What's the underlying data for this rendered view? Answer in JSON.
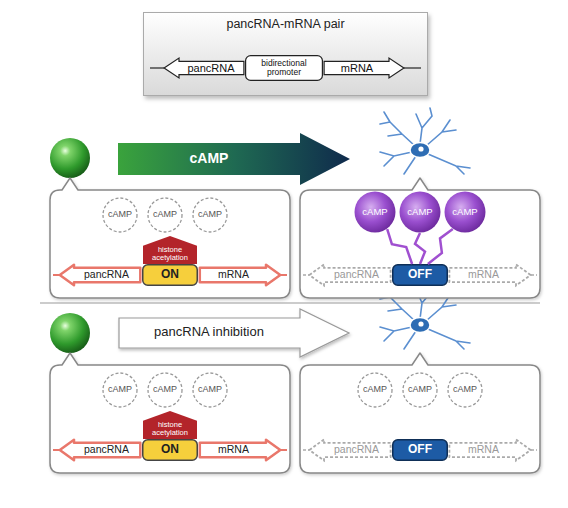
{
  "diagram": {
    "nodes": [
      {
        "text": [
          "pancRNA-mRNA pair"
        ]
      },
      {
        "text": [
          "pancRNA"
        ],
        "in": 0
      },
      {
        "text": [
          "bidirectional promoter"
        ],
        "in": 0
      },
      {
        "text": [
          "mRNA"
        ],
        "in": 0
      },
      {
        "text": [
          "cAMP"
        ]
      },
      {
        "text": []
      },
      {
        "text": [
          "cAMP"
        ],
        "in": 5
      },
      {
        "text": [
          "cAMP"
        ],
        "in": 5
      },
      {
        "text": [
          "cAMP"
        ],
        "in": 5
      },
      {
        "text": [
          "histone acetylation"
        ],
        "in": 5
      },
      {
        "text": [
          "pancRNA"
        ],
        "in": 5
      },
      {
        "text": [
          "ON"
        ],
        "in": 5
      },
      {
        "text": [
          "mRNA"
        ],
        "in": 5
      },
      {
        "text": []
      },
      {
        "text": [
          "cAMP"
        ],
        "in": 13
      },
      {
        "text": [
          "cAMP"
        ],
        "in": 13
      },
      {
        "text": [
          "cAMP"
        ],
        "in": 13
      },
      {
        "text": [
          "pancRNA"
        ],
        "in": 13
      },
      {
        "text": [
          "OFF"
        ],
        "in": 13
      },
      {
        "text": [
          "mRNA"
        ],
        "in": 13
      },
      {
        "text": [
          "pancRNA inhibition"
        ]
      },
      {
        "text": []
      },
      {
        "text": [
          "cAMP"
        ],
        "in": 21
      },
      {
        "text": [
          "cAMP"
        ],
        "in": 21
      },
      {
        "text": [
          "cAMP"
        ],
        "in": 21
      },
      {
        "text": [
          "histone acetylation"
        ],
        "in": 21
      },
      {
        "text": [
          "pancRNA"
        ],
        "in": 21
      },
      {
        "text": [
          "ON"
        ],
        "in": 21
      },
      {
        "text": [
          "mRNA"
        ],
        "in": 21
      },
      {
        "text": []
      },
      {
        "text": [
          "cAMP"
        ],
        "in": 29
      },
      {
        "text": [
          "cAMP"
        ],
        "in": 29
      },
      {
        "text": [
          "cAMP"
        ],
        "in": 29
      },
      {
        "text": [
          "pancRNA"
        ],
        "in": 29
      },
      {
        "text": [
          "OFF"
        ],
        "in": 29
      },
      {
        "text": [
          "mRNA"
        ],
        "in": 29
      }
    ],
    "edges": [
      {
        "from": 14,
        "to": 18,
        "arrow": "none"
      },
      {
        "from": 15,
        "to": 18,
        "arrow": "none"
      },
      {
        "from": 16,
        "to": 18,
        "arrow": "none"
      }
    ]
  }
}
